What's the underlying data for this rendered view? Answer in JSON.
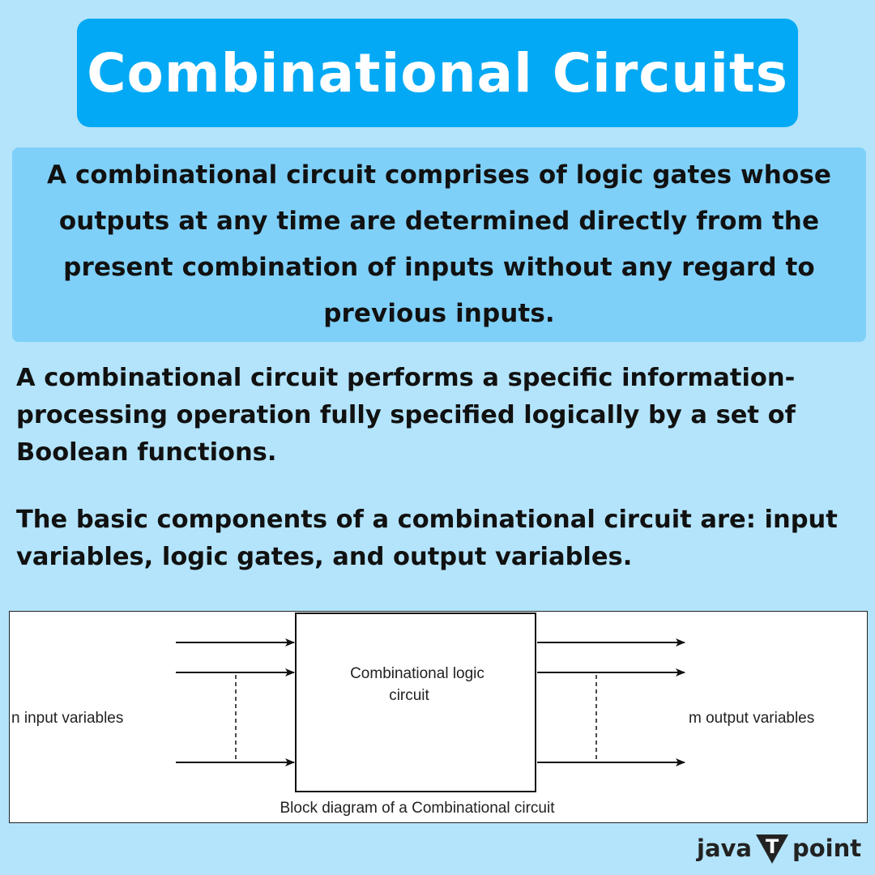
{
  "title": "Combinational Circuits",
  "definition": "A combinational circuit comprises of logic gates whose outputs at any time are determined directly from the present combination of inputs without any regard to previous inputs.",
  "paragraphs": [
    "A combinational circuit performs a specific information-processing operation fully specified logically by a set of Boolean functions.",
    "The basic components of a combinational circuit are: input variables, logic gates, and output variables."
  ],
  "diagram": {
    "block_label_line1": "Combinational logic",
    "block_label_line2": "circuit",
    "input_label": "n input variables",
    "output_label": "m output variables",
    "caption": "Block diagram of a Combinational circuit"
  },
  "logo": {
    "left_word": "java",
    "mark": "T",
    "right_word": "point"
  },
  "colors": {
    "background": "#b3e4fb",
    "title_box": "#03a9f4",
    "definition_box": "#7fd0f8"
  }
}
